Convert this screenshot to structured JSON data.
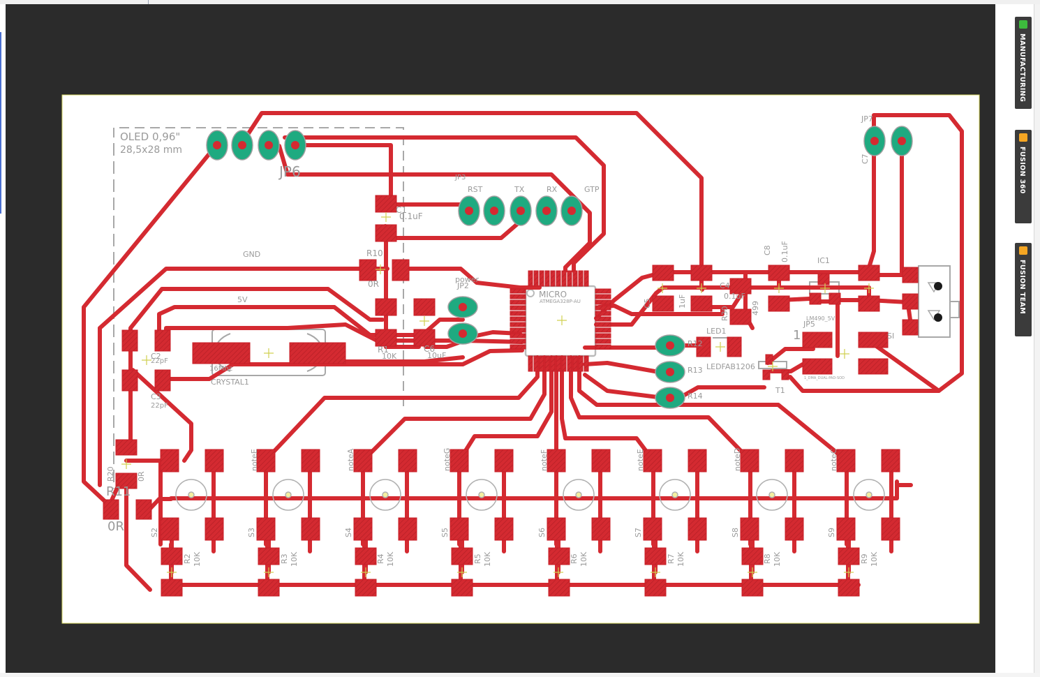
{
  "side_tabs": [
    {
      "label": "MANUFACTURING",
      "icon": "manufacturing-icon",
      "color": "#3dbb3d"
    },
    {
      "label": "FUSION 360",
      "icon": "fusion-360-icon",
      "color": "#f5a623"
    },
    {
      "label": "FUSION TEAM",
      "icon": "fusion-team-icon",
      "color": "#f5a623"
    }
  ],
  "colors": {
    "trace": "#d42a31",
    "pad": "#d42a31",
    "via": "#1faa80",
    "silk": "#9c9c9c",
    "board": "#ffffff",
    "background": "#2b2b2b"
  },
  "board": {
    "oled": {
      "line1": "OLED 0,96\"",
      "line2": "28,5x28 mm"
    },
    "header_jp6": "JP6",
    "header_jp3": "JP3",
    "pin_labels": {
      "rst": "RST",
      "tx": "TX",
      "rx": "RX",
      "gtp": "GTP"
    },
    "c1": {
      "name": "C1",
      "value": "0.1uF"
    },
    "gnd": "GND",
    "v5": "5V",
    "r10": {
      "name": "R10",
      "value": "0R"
    },
    "r1": {
      "name": "R1",
      "value": "10K"
    },
    "c6": {
      "name": "C6",
      "value": "10uF"
    },
    "power_jp2": {
      "name": "JP2",
      "value": "power"
    },
    "micro": {
      "name": "MICRO",
      "part": "ATMEGA328P-AU"
    },
    "c2": {
      "name": "C2",
      "value": "22pF"
    },
    "c3": {
      "name": "C3",
      "value": "22pF"
    },
    "crystal": {
      "name": "CRYSTAL1",
      "value": "16Mhz"
    },
    "r20": {
      "name": "R20",
      "value": "0R"
    },
    "r11": {
      "name": "R11",
      "value": "0R"
    },
    "c5": {
      "name": "C5",
      "value": "1uF"
    },
    "c4": {
      "name": "C4",
      "value": "0.1uF"
    },
    "r30": {
      "name": "R30",
      "value": "499"
    },
    "c8": {
      "name": "C8",
      "value": "0.1uF"
    },
    "ic1": "IC1",
    "jp7": "JP7",
    "c7": "C7",
    "led1": {
      "name": "LED1",
      "part": "LEDFAB1206"
    },
    "r12": "R12",
    "r13": "R13",
    "r14": "R14",
    "jp5": {
      "name": "JP5",
      "part": "LM490_5V"
    },
    "t1": "T1",
    "reg": "1_DMA_DUAL-PAD-SOD",
    "one": "1",
    "si": "SI",
    "note_labels": [
      "noteE",
      "noteA",
      "noteG",
      "noteF",
      "noteE",
      "noteD",
      "noteC"
    ],
    "switches": [
      "S2",
      "S3",
      "S4",
      "S5",
      "S6",
      "S7",
      "S8",
      "S9"
    ],
    "resistors": [
      {
        "name": "R2",
        "value": "10K"
      },
      {
        "name": "R3",
        "value": "10K"
      },
      {
        "name": "R4",
        "value": "10K"
      },
      {
        "name": "R5",
        "value": "10K"
      },
      {
        "name": "R6",
        "value": "10K"
      },
      {
        "name": "R7",
        "value": "10K"
      },
      {
        "name": "R8",
        "value": "10K"
      },
      {
        "name": "R9",
        "value": "10K"
      }
    ]
  }
}
